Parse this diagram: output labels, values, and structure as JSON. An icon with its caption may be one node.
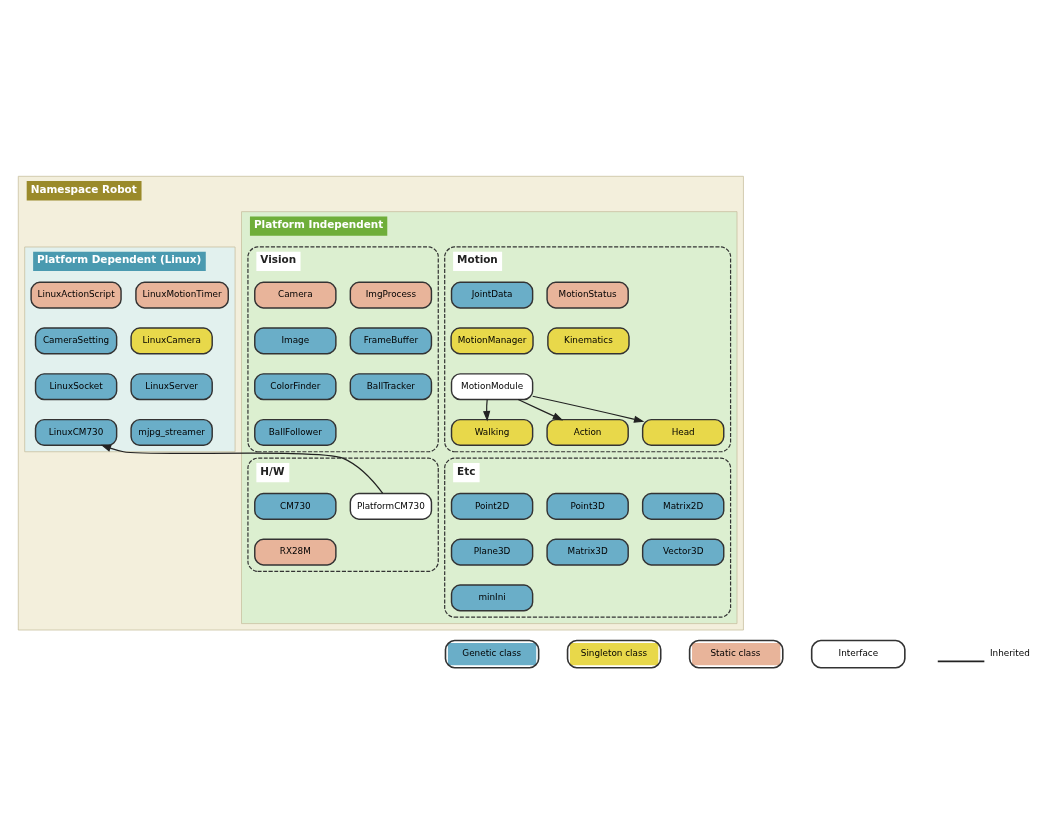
{
  "diagram": {
    "nodes": [
      {
        "text": [
          "Namespace Robot"
        ]
      },
      {
        "text": [
          "Platform Independent"
        ],
        "in": 0
      },
      {
        "text": [
          "Motion"
        ],
        "in": 1
      },
      {
        "text": [
          "JointData"
        ],
        "in": 2
      },
      {
        "text": [
          "MotionStatus"
        ],
        "in": 2
      },
      {
        "text": [
          "MotionManager"
        ],
        "in": 2
      },
      {
        "text": [
          "Kinematics"
        ],
        "in": 2
      },
      {
        "text": [
          "MotionModule"
        ],
        "in": 2
      },
      {
        "text": [
          "Walking"
        ],
        "in": 2
      },
      {
        "text": [
          "Action"
        ],
        "in": 2
      },
      {
        "text": [
          "Head"
        ],
        "in": 2
      },
      {
        "text": [
          "Vision"
        ],
        "in": 1
      },
      {
        "text": [
          "Camera"
        ],
        "in": 11
      },
      {
        "text": [
          "ImgProcess"
        ],
        "in": 11
      },
      {
        "text": [
          "Image"
        ],
        "in": 11
      },
      {
        "text": [
          "FrameBuffer"
        ],
        "in": 11
      },
      {
        "text": [
          "ColorFinder"
        ],
        "in": 11
      },
      {
        "text": [
          "BallTracker"
        ],
        "in": 11
      },
      {
        "text": [
          "BallFollower"
        ],
        "in": 11
      },
      {
        "text": [
          "Etc"
        ],
        "in": 1
      },
      {
        "text": [
          "Point2D"
        ],
        "in": 19
      },
      {
        "text": [
          "Point3D"
        ],
        "in": 19
      },
      {
        "text": [
          "Matrix2D"
        ],
        "in": 19
      },
      {
        "text": [
          "Plane3D"
        ],
        "in": 19
      },
      {
        "text": [
          "Matrix3D"
        ],
        "in": 19
      },
      {
        "text": [
          "Vector3D"
        ],
        "in": 19
      },
      {
        "text": [
          "minIni"
        ],
        "in": 19
      },
      {
        "text": [
          "H/W"
        ],
        "in": 1
      },
      {
        "text": [
          "CM730"
        ],
        "in": 27
      },
      {
        "text": [
          "PlatformCM730"
        ],
        "in": 27
      },
      {
        "text": [
          "RX28M"
        ],
        "in": 27
      },
      {
        "text": [
          "Platform Dependent (Linux)"
        ],
        "in": 0
      },
      {
        "text": [
          "LinuxActionScript"
        ],
        "in": 31
      },
      {
        "text": [
          "LinuxMotionTimer"
        ],
        "in": 31
      },
      {
        "text": [
          "CameraSetting"
        ],
        "in": 31
      },
      {
        "text": [
          "LinuxCamera"
        ],
        "in": 31
      },
      {
        "text": [
          "LinuxSocket"
        ],
        "in": 31
      },
      {
        "text": [
          "LinuxServer"
        ],
        "in": 31
      },
      {
        "text": [
          "LinuxCM730"
        ],
        "in": 31
      },
      {
        "text": [
          "mjpg_streamer"
        ],
        "in": 31
      }
    ],
    "edges": [
      {
        "from": 7,
        "to": 8,
        "arrow": "to"
      },
      {
        "from": 7,
        "to": 9,
        "arrow": "to"
      },
      {
        "from": 7,
        "to": 10,
        "arrow": "to"
      },
      {
        "from": 29,
        "to": 38,
        "arrow": "to"
      }
    ],
    "legend": [
      {
        "text": "Genetic class",
        "color": "#6aaec8"
      },
      {
        "text": "Singleton class",
        "color": "#e8d84a"
      },
      {
        "text": "Static class",
        "color": "#e8b49a"
      },
      {
        "text": "Interface",
        "color": "#ffffff"
      },
      {
        "text": "Inherited"
      }
    ]
  }
}
